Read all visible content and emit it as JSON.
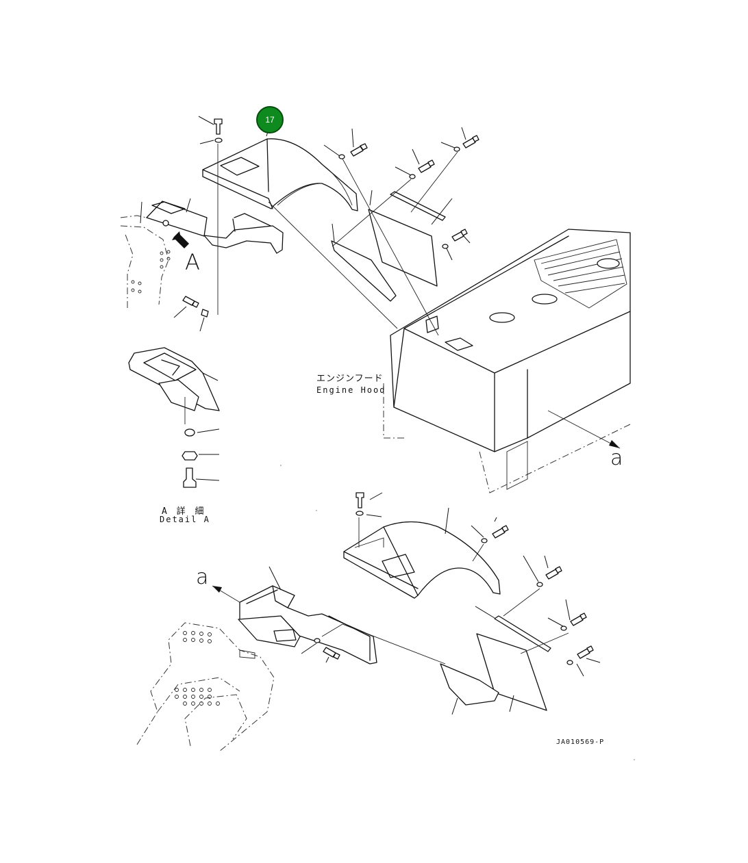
{
  "callout": {
    "number": "17",
    "color": "#0f8a1e"
  },
  "labels": {
    "view_a": "A",
    "hood_jp": "エンジンフード",
    "hood_en": "Engine Hood",
    "detail_jp": "A 詳 細",
    "detail_en": "Detail A",
    "arrow_a_right": "a",
    "arrow_a_left": "a",
    "drawing_no": "JA010569-P"
  }
}
